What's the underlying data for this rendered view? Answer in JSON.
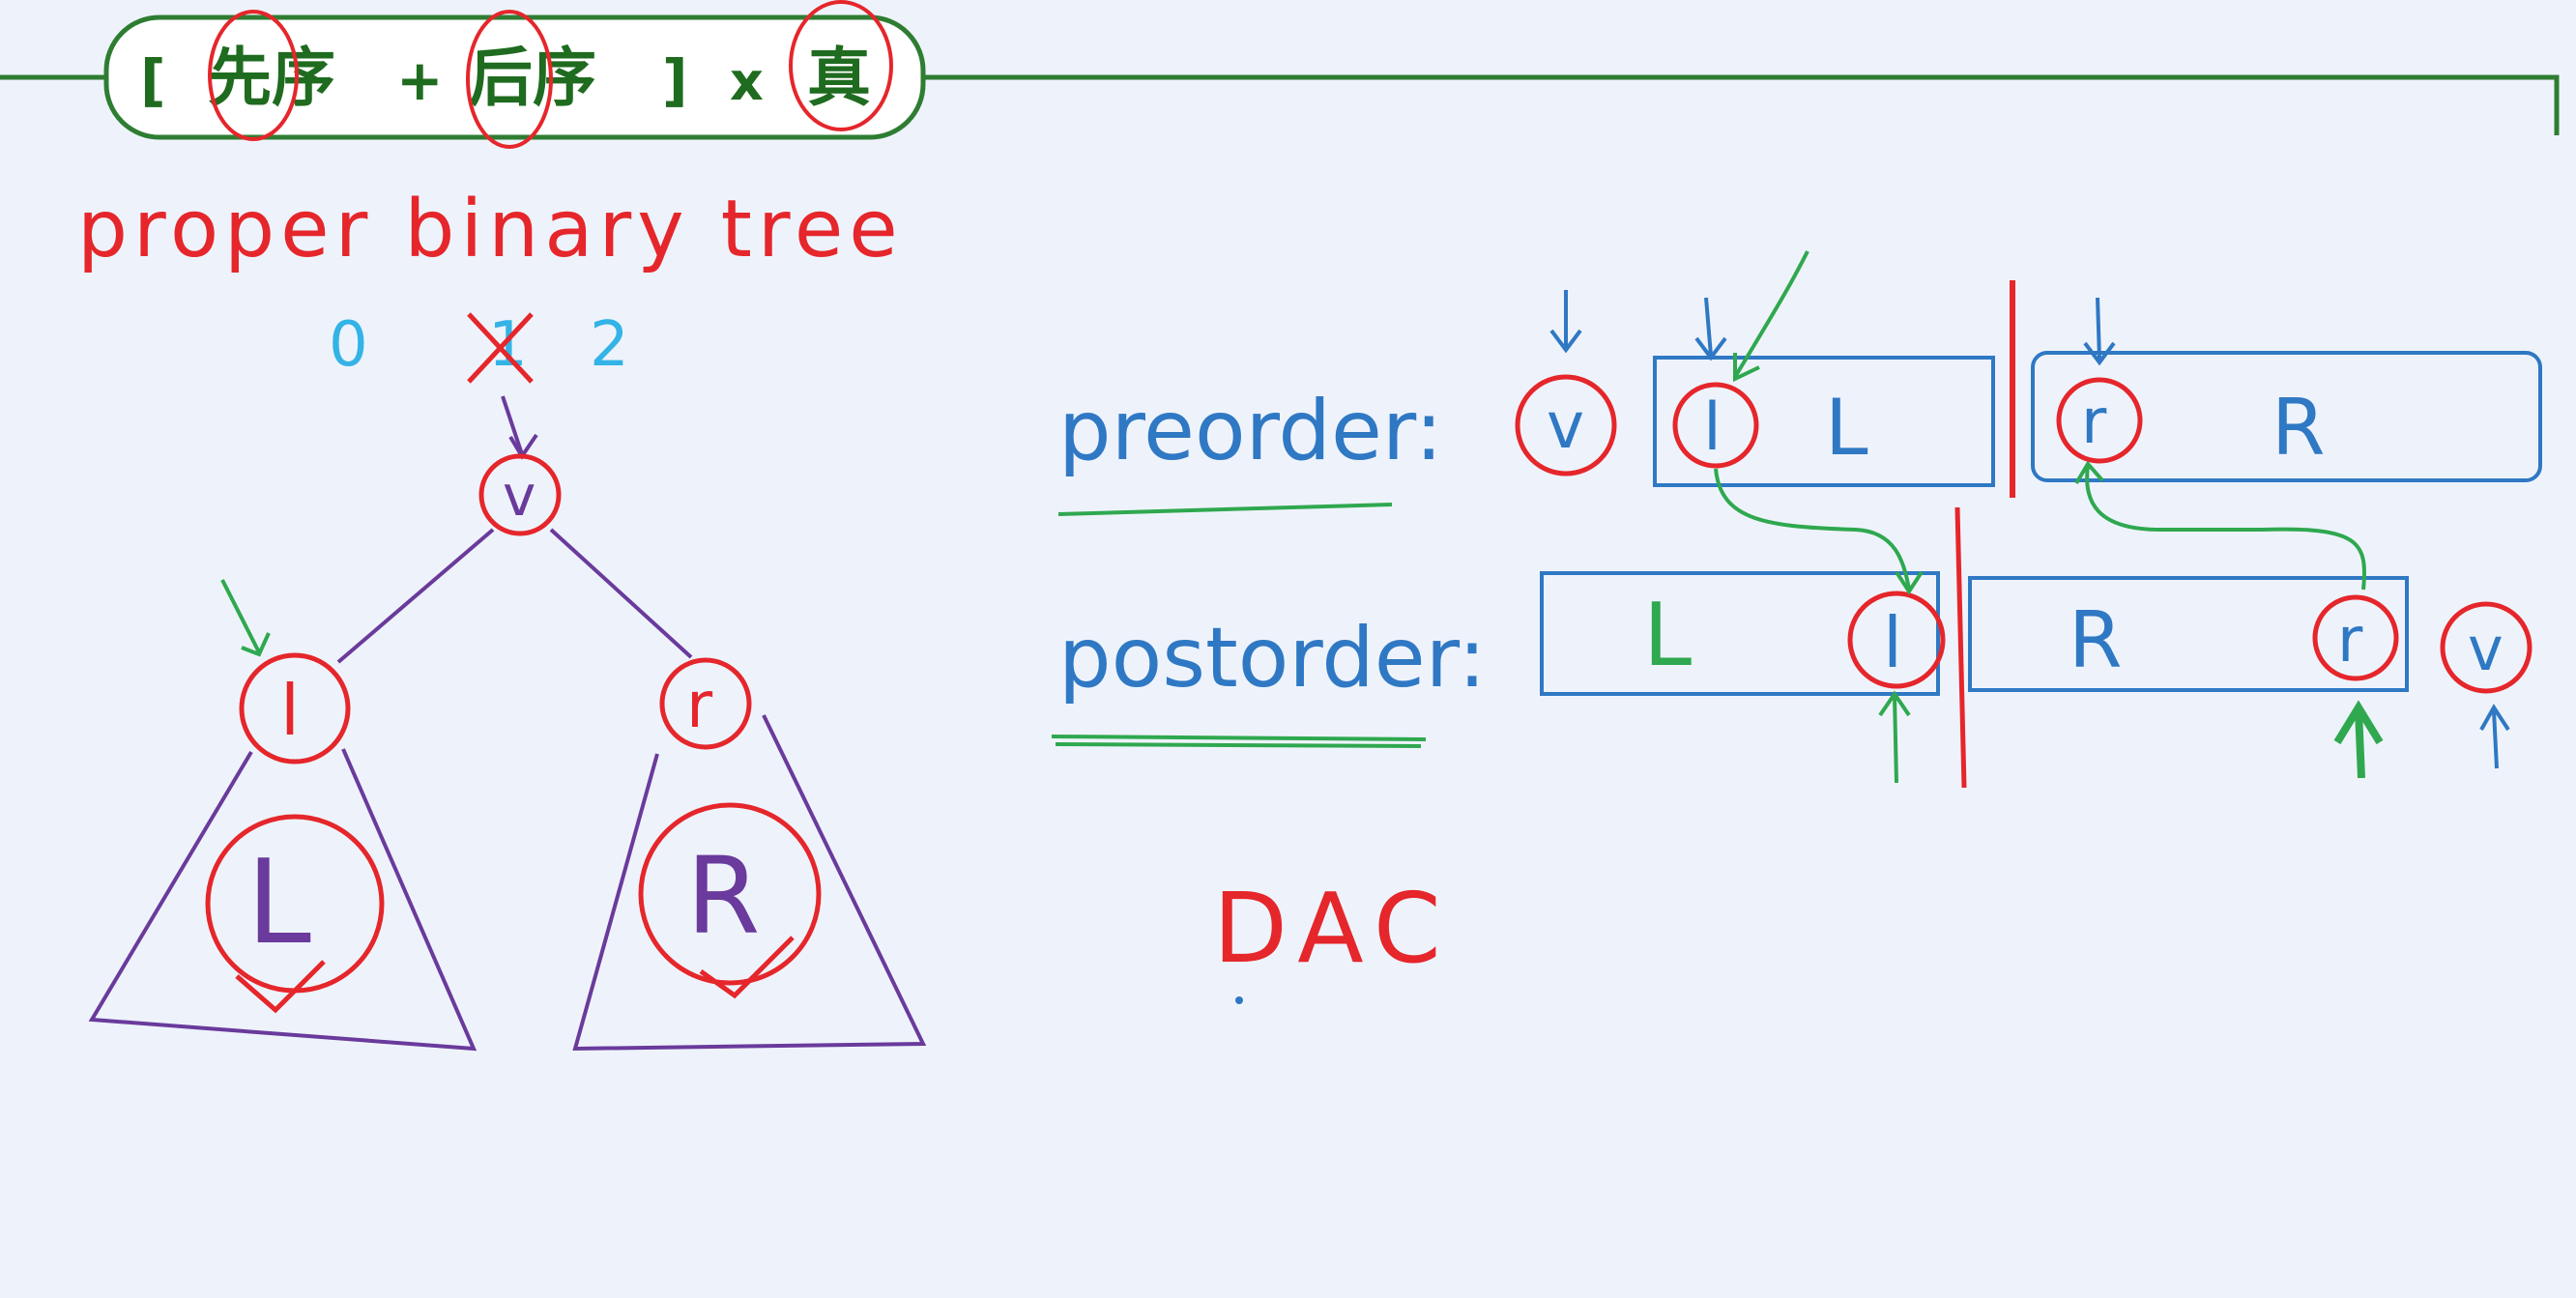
{
  "title": {
    "open_bracket": "[",
    "pre": "先序",
    "plus": "+",
    "post": "后序",
    "close_bracket": "]",
    "times": "x",
    "true_word": "真"
  },
  "left": {
    "heading": "proper binary tree",
    "zero": "0",
    "one": "1",
    "two": "2",
    "root": "v",
    "left_child": "l",
    "right_child": "r",
    "left_subtree": "L",
    "right_subtree": "R"
  },
  "right": {
    "preorder_label": "preorder:",
    "postorder_label": "postorder:",
    "pre_v": "v",
    "pre_l": "l",
    "pre_L": "L",
    "pre_r": "r",
    "pre_R": "R",
    "post_L": "L",
    "post_l": "l",
    "post_R": "R",
    "post_r": "r",
    "post_v": "v",
    "dac": "DAC"
  },
  "colors": {
    "background": "#eef3fb",
    "frame_green": "#2e7d32",
    "pen_red": "#e5262b",
    "pen_blue": "#2f78c4",
    "pen_cyan": "#33b3e6",
    "pen_green": "#2fa84f",
    "pen_purple": "#6a3a9c",
    "title_green": "#1f6b1f"
  }
}
